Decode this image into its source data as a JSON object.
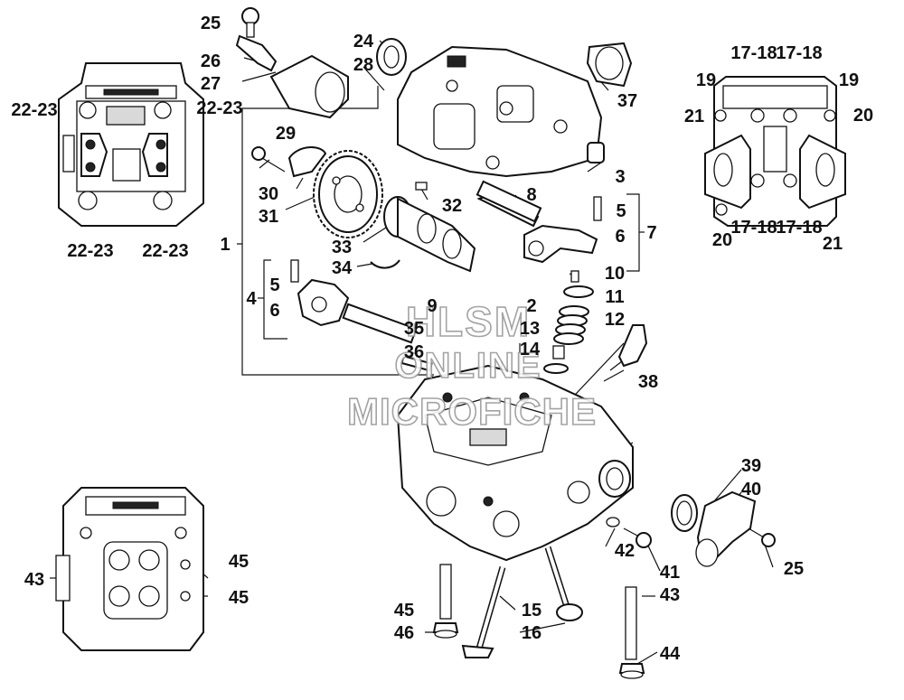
{
  "watermark": {
    "line1": "HLSM",
    "line2": "ONLINE",
    "line3": "MICROFICHE"
  },
  "labels": [
    {
      "id": "l25a",
      "text": "25"
    },
    {
      "id": "l26",
      "text": "26"
    },
    {
      "id": "l27",
      "text": "27"
    },
    {
      "id": "l24",
      "text": "24"
    },
    {
      "id": "l28",
      "text": "28"
    },
    {
      "id": "l37",
      "text": "37"
    },
    {
      "id": "l29",
      "text": "29"
    },
    {
      "id": "l3",
      "text": "3"
    },
    {
      "id": "l30",
      "text": "30"
    },
    {
      "id": "l31",
      "text": "31"
    },
    {
      "id": "l32",
      "text": "32"
    },
    {
      "id": "l8",
      "text": "8"
    },
    {
      "id": "l5a",
      "text": "5"
    },
    {
      "id": "l6a",
      "text": "6"
    },
    {
      "id": "l7",
      "text": "7"
    },
    {
      "id": "l1",
      "text": "1"
    },
    {
      "id": "l33",
      "text": "33"
    },
    {
      "id": "l34",
      "text": "34"
    },
    {
      "id": "l10",
      "text": "10"
    },
    {
      "id": "l11",
      "text": "11"
    },
    {
      "id": "l5b",
      "text": "5"
    },
    {
      "id": "l4",
      "text": "4"
    },
    {
      "id": "l6b",
      "text": "6"
    },
    {
      "id": "l9",
      "text": "9"
    },
    {
      "id": "l2",
      "text": "2"
    },
    {
      "id": "l35",
      "text": "35"
    },
    {
      "id": "l13",
      "text": "13"
    },
    {
      "id": "l12",
      "text": "12"
    },
    {
      "id": "l36",
      "text": "36"
    },
    {
      "id": "l14",
      "text": "14"
    },
    {
      "id": "l38",
      "text": "38"
    },
    {
      "id": "l39",
      "text": "39"
    },
    {
      "id": "l40",
      "text": "40"
    },
    {
      "id": "l42",
      "text": "42"
    },
    {
      "id": "l41",
      "text": "41"
    },
    {
      "id": "l25b",
      "text": "25"
    },
    {
      "id": "l43a",
      "text": "43"
    },
    {
      "id": "l45a",
      "text": "45"
    },
    {
      "id": "l45b",
      "text": "45"
    },
    {
      "id": "l45c",
      "text": "45"
    },
    {
      "id": "l15",
      "text": "15"
    },
    {
      "id": "l43b",
      "text": "43"
    },
    {
      "id": "l46",
      "text": "46"
    },
    {
      "id": "l16",
      "text": "16"
    },
    {
      "id": "l44",
      "text": "44"
    },
    {
      "id": "l2223a",
      "text": "22-23"
    },
    {
      "id": "l2223b",
      "text": "22-23"
    },
    {
      "id": "l2223c",
      "text": "22-23"
    },
    {
      "id": "l2223d",
      "text": "22-23"
    },
    {
      "id": "l1718a",
      "text": "17-18"
    },
    {
      "id": "l1718b",
      "text": "17-18"
    },
    {
      "id": "l1718c",
      "text": "17-18"
    },
    {
      "id": "l1718d",
      "text": "17-18"
    },
    {
      "id": "l19a",
      "text": "19"
    },
    {
      "id": "l19b",
      "text": "19"
    },
    {
      "id": "l21a",
      "text": "21"
    },
    {
      "id": "l20a",
      "text": "20"
    },
    {
      "id": "l20b",
      "text": "20"
    },
    {
      "id": "l21b",
      "text": "21"
    }
  ]
}
